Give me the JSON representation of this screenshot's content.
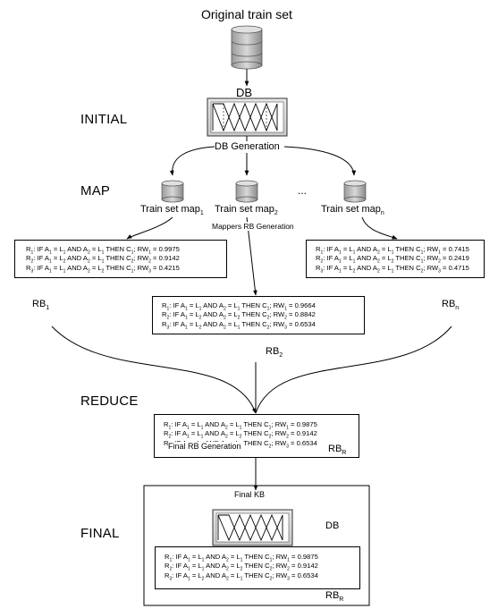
{
  "title": "Original train set",
  "db_label": "DB",
  "phases": {
    "initial": "INITIAL",
    "map": "MAP",
    "reduce": "REDUCE",
    "final": "FINAL"
  },
  "db_generation": "DB Generation",
  "maps": [
    {
      "label": "Train set map",
      "sub": "1"
    },
    {
      "label": "Train set map",
      "sub": "2"
    },
    {
      "label": "Train set map",
      "sub": "n"
    }
  ],
  "ellipsis": "...",
  "mappers_rb_generation": "Mappers RB Generation",
  "rb_labels": {
    "rb1": {
      "text": "RB",
      "sub": "1"
    },
    "rb2": {
      "text": "RB",
      "sub": "2"
    },
    "rbn": {
      "text": "RB",
      "sub": "n"
    },
    "rbr": {
      "text": "RB",
      "sub": "R"
    },
    "rbr_final": {
      "text": "RB",
      "sub": "R"
    }
  },
  "rule_boxes": {
    "map1": [
      {
        "r": "1",
        "a1": "1",
        "a2": "1",
        "c": "1",
        "rw": "1",
        "val": "0.9975"
      },
      {
        "r": "2",
        "a1": "2",
        "a2": "1",
        "c": "2",
        "rw": "2",
        "val": "0.9142"
      },
      {
        "r": "3",
        "a1": "1",
        "a2": "2",
        "c": "1",
        "rw": "3",
        "val": "0.4215"
      }
    ],
    "map2": [
      {
        "r": "1",
        "a1": "1",
        "a2": "1",
        "c": "1",
        "rw": "1",
        "val": "0.9664"
      },
      {
        "r": "2",
        "a1": "2",
        "a2": "2",
        "c": "2",
        "rw": "2",
        "val": "0.8842"
      },
      {
        "r": "3",
        "a1": "2",
        "a2": "1",
        "c": "2",
        "rw": "3",
        "val": "0.6534"
      }
    ],
    "mapn": [
      {
        "r": "1",
        "a1": "1",
        "a2": "1",
        "c": "1",
        "rw": "1",
        "val": "0.7415"
      },
      {
        "r": "2",
        "a1": "1",
        "a2": "2",
        "c": "1",
        "rw": "2",
        "val": "0.2419"
      },
      {
        "r": "3",
        "a1": "2",
        "a2": "1",
        "c": "2",
        "rw": "3",
        "val": "0.4715"
      }
    ],
    "reduce": [
      {
        "r": "1",
        "a1": "1",
        "a2": "1",
        "c": "1",
        "rw": "1",
        "val": "0.9875"
      },
      {
        "r": "2",
        "a1": "1",
        "a2": "2",
        "c": "2",
        "rw": "2",
        "val": "0.9142"
      },
      {
        "r": "3",
        "a1": "2",
        "a2": "1",
        "c": "2",
        "rw": "3",
        "val": "0.6534"
      }
    ],
    "final": [
      {
        "r": "1",
        "a1": "1",
        "a2": "1",
        "c": "1",
        "rw": "1",
        "val": "0.9875"
      },
      {
        "r": "2",
        "a1": "1",
        "a2": "2",
        "c": "2",
        "rw": "2",
        "val": "0.9142"
      },
      {
        "r": "3",
        "a1": "2",
        "a2": "1",
        "c": "2",
        "rw": "3",
        "val": "0.6534"
      }
    ]
  },
  "final_rb_generation": "Final RB Generation",
  "final_kb": "Final KB",
  "final_db_label": "DB"
}
